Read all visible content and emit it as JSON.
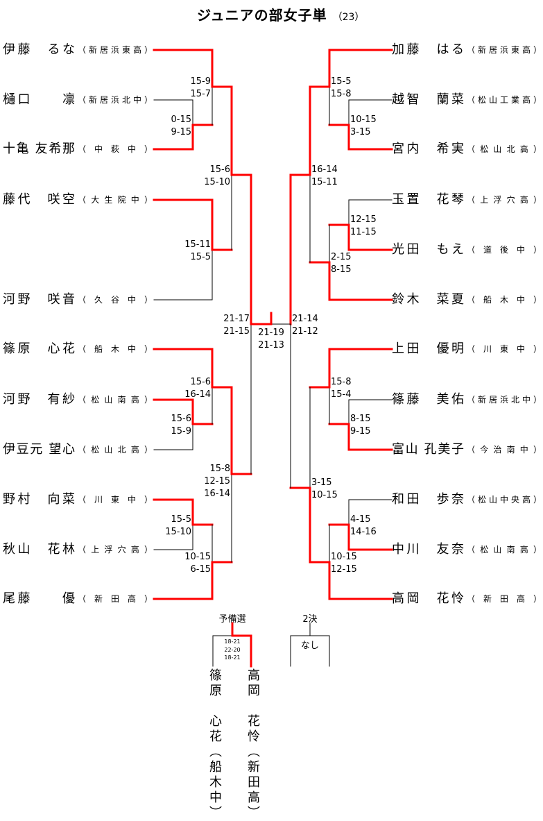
{
  "title": {
    "main": "ジュニアの部女子単",
    "count": "（23）"
  },
  "colors": {
    "win_line": "#ff0000",
    "line": "#000000"
  },
  "left_players": [
    {
      "name": "伊藤　るな",
      "school": "（新居浜東高）"
    },
    {
      "name": "樋口　　凛",
      "school": "（新居浜北中）"
    },
    {
      "name": "十亀 友希那",
      "school": "（中萩中）"
    },
    {
      "name": "藤代　咲空",
      "school": "（大生院中）"
    },
    {
      "name": "河野　咲音",
      "school": "（久谷中）"
    },
    {
      "name": "篠原　心花",
      "school": "（船木中）"
    },
    {
      "name": "河野　有紗",
      "school": "（松山南高）"
    },
    {
      "name": "伊豆元 望心",
      "school": "（松山北高）"
    },
    {
      "name": "野村　向菜",
      "school": "（川東中）"
    },
    {
      "name": "秋山　花林",
      "school": "（上浮穴高）"
    },
    {
      "name": "尾藤　　優",
      "school": "（新田高）"
    }
  ],
  "right_players": [
    {
      "name": "加藤　はる",
      "school": "（新居浜東高）"
    },
    {
      "name": "越智　蘭菜",
      "school": "（松山工業高）"
    },
    {
      "name": "宮内　希実",
      "school": "（松山北高）"
    },
    {
      "name": "玉置　花琴",
      "school": "（上浮穴高）"
    },
    {
      "name": "光田　もえ",
      "school": "（道後中）"
    },
    {
      "name": "鈴木　菜夏",
      "school": "（船木中）"
    },
    {
      "name": "上田　優明",
      "school": "（川東中）"
    },
    {
      "name": "篠藤　美佑",
      "school": "（新居浜北中）"
    },
    {
      "name": "富山 孔美子",
      "school": "（今治南中）"
    },
    {
      "name": "和田　歩奈",
      "school": "（松山中央高）"
    },
    {
      "name": "中川　友奈",
      "school": "（松山南高）"
    },
    {
      "name": "高岡　花怜",
      "school": "（新田高）"
    }
  ],
  "matches": {
    "L1": {
      "a": "樋口 凛",
      "b": "十亀 友希那",
      "scores": [
        "0-15",
        "9-15"
      ],
      "winner": "b"
    },
    "L2": {
      "a": "伊藤 るな",
      "b": "十亀 友希那",
      "scores": [
        "15-9",
        "15-7"
      ],
      "winner": "a"
    },
    "L3": {
      "a": "藤代 咲空",
      "b": "河野 咲音",
      "scores": [
        "15-11",
        "15-5"
      ],
      "winner": "a"
    },
    "L4": {
      "a": "伊藤 るな",
      "b": "藤代 咲空",
      "scores": [
        "15-6",
        "15-10"
      ],
      "winner": "a"
    },
    "L5": {
      "a": "河野 有紗",
      "b": "伊豆元 望心",
      "scores": [
        "15-6",
        "15-9"
      ],
      "winner": "a"
    },
    "L6": {
      "a": "篠原 心花",
      "b": "河野 有紗",
      "scores": [
        "15-6",
        "16-14"
      ],
      "winner": "a"
    },
    "L7": {
      "a": "野村 向菜",
      "b": "秋山 花林",
      "scores": [
        "15-5",
        "15-10"
      ],
      "winner": "a"
    },
    "L8": {
      "a": "野村 向菜",
      "b": "尾藤 優",
      "scores": [
        "10-15",
        "6-15"
      ],
      "winner": "b"
    },
    "L9": {
      "a": "篠原 心花",
      "b": "尾藤 優",
      "scores": [
        "15-8",
        "12-15",
        "16-14"
      ],
      "winner": "a"
    },
    "LSF": {
      "a": "伊藤 るな",
      "b": "篠原 心花",
      "scores": [
        "21-17",
        "21-15"
      ],
      "winner": "a"
    },
    "R1": {
      "a": "越智 蘭菜",
      "b": "宮内 希実",
      "scores": [
        "10-15",
        "3-15"
      ],
      "winner": "b"
    },
    "R2": {
      "a": "加藤 はる",
      "b": "宮内 希実",
      "scores": [
        "15-5",
        "15-8"
      ],
      "winner": "a"
    },
    "R3": {
      "a": "玉置 花琴",
      "b": "光田 もえ",
      "scores": [
        "12-15",
        "11-15"
      ],
      "winner": "b"
    },
    "R4": {
      "a": "光田 もえ",
      "b": "鈴木 菜夏",
      "scores": [
        "2-15",
        "8-15"
      ],
      "winner": "b"
    },
    "R5": {
      "a": "加藤 はる",
      "b": "鈴木 菜夏",
      "scores": [
        "16-14",
        "15-11"
      ],
      "winner": "a"
    },
    "R6": {
      "a": "篠藤 美佑",
      "b": "富山 孔美子",
      "scores": [
        "8-15",
        "9-15"
      ],
      "winner": "b"
    },
    "R7": {
      "a": "上田 優明",
      "b": "富山 孔美子",
      "scores": [
        "15-8",
        "15-4"
      ],
      "winner": "a"
    },
    "R8": {
      "a": "和田 歩奈",
      "b": "中川 友奈",
      "scores": [
        "4-15",
        "14-16"
      ],
      "winner": "b"
    },
    "R9": {
      "a": "中川 友奈",
      "b": "高岡 花怜",
      "scores": [
        "10-15",
        "12-15"
      ],
      "winner": "b"
    },
    "R10": {
      "a": "上田 優明",
      "b": "高岡 花怜",
      "scores": [
        "3-15",
        "10-15"
      ],
      "winner": "b"
    },
    "RSF": {
      "a": "加藤 はる",
      "b": "高岡 花怜",
      "scores": [
        "21-14",
        "21-12"
      ],
      "winner": "a"
    },
    "F": {
      "a": "伊藤 るな",
      "b": "加藤 はる",
      "scores": [
        "21-19",
        "21-13"
      ],
      "winner": "a"
    },
    "YOBI": {
      "label": "予備選",
      "a": "篠原　心花（船木中）",
      "b": "高岡　花怜（新田高）",
      "scores": [
        "18-21",
        "22-20",
        "18-21"
      ],
      "winner": "b"
    },
    "NIKETSU": {
      "label": "2決",
      "result": "なし",
      "winner": null
    }
  }
}
